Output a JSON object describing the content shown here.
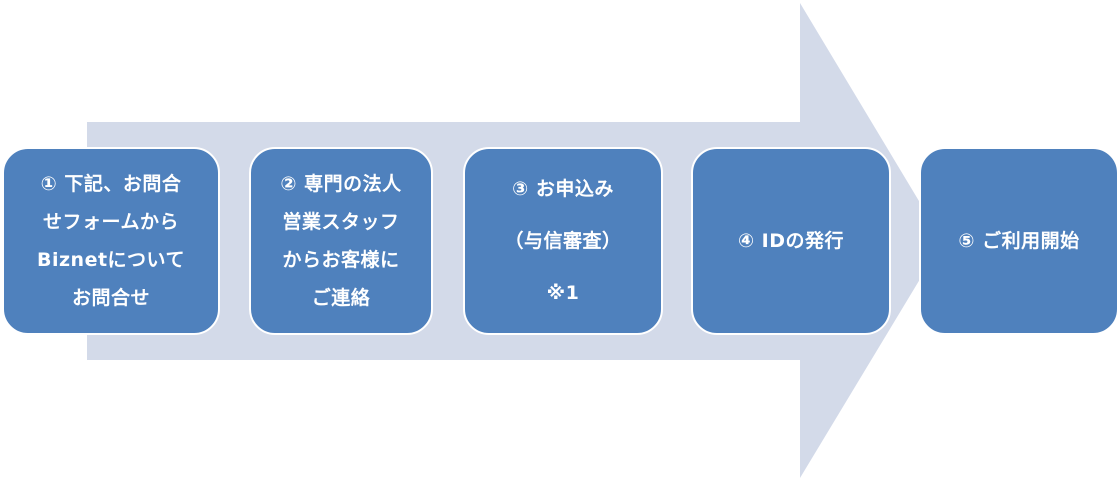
{
  "colors": {
    "arrow": "#d3dae9",
    "box": "#4f81bd",
    "text": "#ffffff"
  },
  "steps": [
    {
      "lines": [
        "① 下記、お問合",
        "せフォームから",
        "Biznetについて",
        "お問合せ"
      ]
    },
    {
      "lines": [
        "② 専門の法人",
        "営業スタッフ",
        "からお客様に",
        "ご連絡"
      ]
    },
    {
      "lines": [
        "③ お申込み",
        "（与信審査）",
        "※1"
      ]
    },
    {
      "lines": [
        "④ IDの発行"
      ]
    },
    {
      "lines": [
        "⑤ ご利用開始"
      ]
    }
  ]
}
